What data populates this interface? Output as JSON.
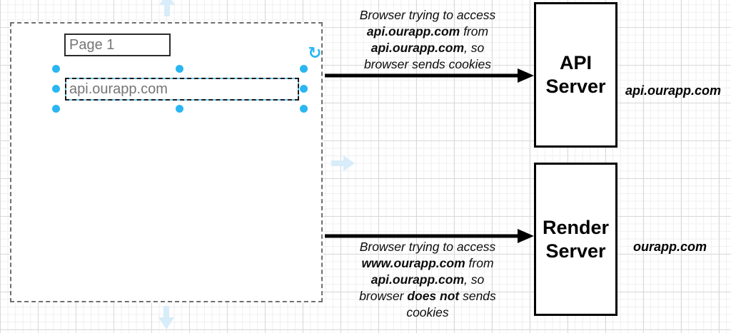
{
  "browser_window": {
    "tab_label": "Page 1",
    "url_text": "api.ourapp.com"
  },
  "annotations": {
    "top": {
      "line1": "Browser trying to access",
      "line2_bold": "api.ourapp.com",
      "line2_rest": " from",
      "line3_bold": "api.ourapp.com",
      "line3_rest": ", so",
      "line4": "browser sends cookies"
    },
    "bottom": {
      "line1": "Browser trying to access",
      "line2_bold": "www.ourapp.com",
      "line2_rest": " from",
      "line3_bold": "api.ourapp.com",
      "line3_rest": ", so",
      "line4_pre": "browser ",
      "line4_bold": "does not",
      "line4_post": " sends",
      "line5": "cookies"
    }
  },
  "servers": {
    "api": {
      "line1": "API",
      "line2": "Server",
      "side_label": "api.ourapp.com"
    },
    "render": {
      "line1": "Render",
      "line2": "Server",
      "side_label": "ourapp.com"
    }
  },
  "icons": {
    "rotate_glyph": "↻"
  },
  "colors": {
    "selection_handle": "#29b6f2",
    "selected_outline": "#6ec9ee",
    "guide_arrow": "#d8ecf9",
    "connector": "#000000",
    "box_stroke": "#000000",
    "muted_text": "#757575",
    "frame_dash": "#6f6f6f",
    "grid_major": "#d9d9d9",
    "grid_minor": "#efefef"
  }
}
